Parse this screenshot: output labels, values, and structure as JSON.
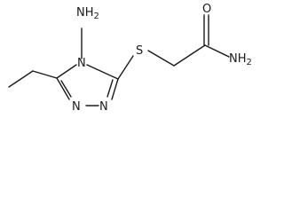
{
  "molecule": {
    "atom_labels": {
      "amino_n": "NH2",
      "ring_n4": "N",
      "ring_n1": "N",
      "ring_n2": "N",
      "thioether_s": "S",
      "carbonyl_o": "O",
      "amide_n": "NH2"
    }
  },
  "colors": {
    "bond": "#1a1a1a",
    "background": "#ffffff"
  }
}
